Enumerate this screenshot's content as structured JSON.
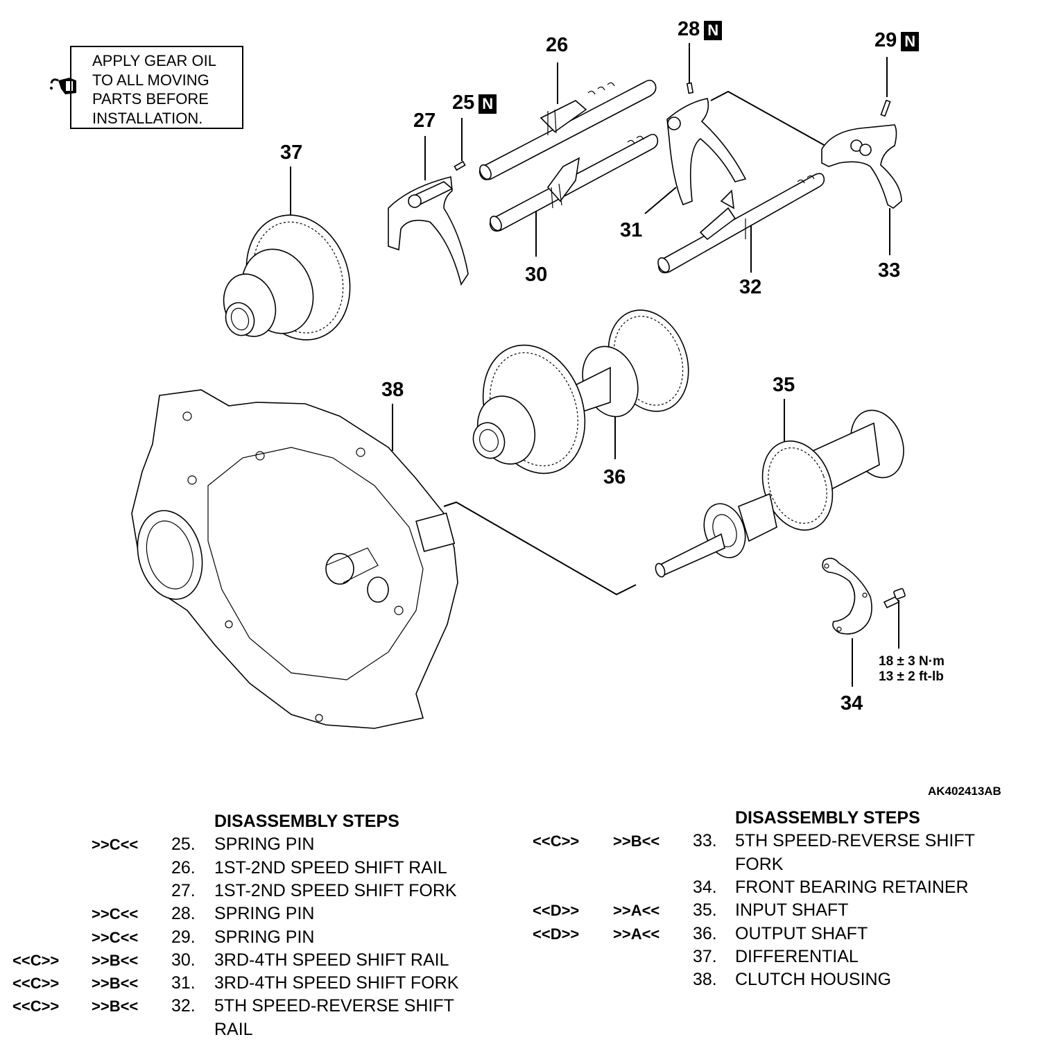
{
  "note": {
    "icon": "oil-can-icon",
    "lines": [
      "APPLY GEAR OIL",
      "TO ALL MOVING",
      "PARTS BEFORE",
      "INSTALLATION."
    ]
  },
  "callouts": {
    "c25": {
      "num": "25",
      "badge": "N"
    },
    "c26": {
      "num": "26"
    },
    "c27": {
      "num": "27"
    },
    "c28": {
      "num": "28",
      "badge": "N"
    },
    "c29": {
      "num": "29",
      "badge": "N"
    },
    "c30": {
      "num": "30"
    },
    "c31": {
      "num": "31"
    },
    "c32": {
      "num": "32"
    },
    "c33": {
      "num": "33"
    },
    "c34": {
      "num": "34"
    },
    "c35": {
      "num": "35"
    },
    "c36": {
      "num": "36"
    },
    "c37": {
      "num": "37"
    },
    "c38": {
      "num": "38"
    }
  },
  "torque": {
    "metric": "18 ± 3 N·m",
    "imperial": "13 ± 2 ft-lb"
  },
  "figure_code": "AK402413AB",
  "steps_left": {
    "heading": "DISASSEMBLY STEPS",
    "items": [
      {
        "rem": "",
        "ins": ">>C<<",
        "num": "25.",
        "text": "SPRING PIN"
      },
      {
        "rem": "",
        "ins": "",
        "num": "26.",
        "text": "1ST-2ND SPEED SHIFT RAIL"
      },
      {
        "rem": "",
        "ins": "",
        "num": "27.",
        "text": "1ST-2ND SPEED SHIFT FORK"
      },
      {
        "rem": "",
        "ins": ">>C<<",
        "num": "28.",
        "text": "SPRING PIN"
      },
      {
        "rem": "",
        "ins": ">>C<<",
        "num": "29.",
        "text": "SPRING PIN"
      },
      {
        "rem": "<<C>>",
        "ins": ">>B<<",
        "num": "30.",
        "text": "3RD-4TH SPEED SHIFT RAIL"
      },
      {
        "rem": "<<C>>",
        "ins": ">>B<<",
        "num": "31.",
        "text": "3RD-4TH SPEED SHIFT FORK"
      },
      {
        "rem": "<<C>>",
        "ins": ">>B<<",
        "num": "32.",
        "text": "5TH SPEED-REVERSE SHIFT",
        "cont": "RAIL"
      }
    ]
  },
  "steps_right": {
    "heading": "DISASSEMBLY STEPS",
    "items": [
      {
        "rem": "<<C>>",
        "ins": ">>B<<",
        "num": "33.",
        "text": "5TH SPEED-REVERSE SHIFT",
        "cont": "FORK"
      },
      {
        "rem": "",
        "ins": "",
        "num": "34.",
        "text": "FRONT BEARING RETAINER"
      },
      {
        "rem": "<<D>>",
        "ins": ">>A<<",
        "num": "35.",
        "text": "INPUT SHAFT"
      },
      {
        "rem": "<<D>>",
        "ins": ">>A<<",
        "num": "36.",
        "text": "OUTPUT SHAFT"
      },
      {
        "rem": "",
        "ins": "",
        "num": "37.",
        "text": "DIFFERENTIAL"
      },
      {
        "rem": "",
        "ins": "",
        "num": "38.",
        "text": "CLUTCH HOUSING"
      }
    ]
  }
}
